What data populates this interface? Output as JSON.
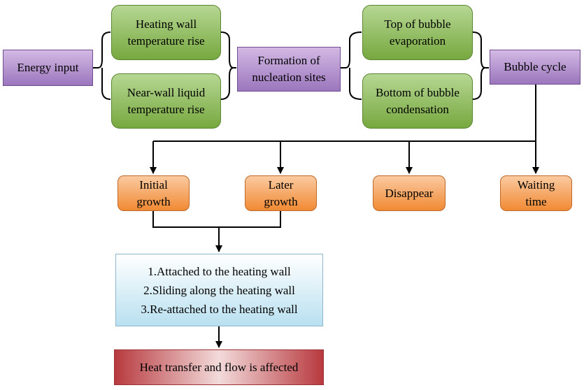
{
  "nodes": {
    "energy_input": "Energy input",
    "heating_wall_rise": [
      "Heating wall",
      "temperature rise"
    ],
    "near_wall_rise": [
      "Near-wall liquid",
      "temperature rise"
    ],
    "nucleation_sites": [
      "Formation of",
      "nucleation sites"
    ],
    "top_bubble": [
      "Top of bubble",
      "evaporation"
    ],
    "bottom_bubble": [
      "Bottom of bubble",
      "condensation"
    ],
    "bubble_cycle": "Bubble cycle",
    "initial_growth": [
      "Initial",
      "growth"
    ],
    "later_growth": [
      "Later",
      "growth"
    ],
    "disappear": "Disappear",
    "waiting_time": [
      "Waiting",
      "time"
    ],
    "behaviors": [
      "1.Attached to the heating wall",
      "2.Sliding along the heating wall",
      "3.Re-attached to the heating wall"
    ],
    "heat_transfer": "Heat transfer and flow is affected"
  },
  "colors": {
    "purple": "#9b76bd",
    "green": "#77a83f",
    "orange": "#f08a34",
    "blue": "#b9e0f0",
    "red": "#b73a3f"
  }
}
